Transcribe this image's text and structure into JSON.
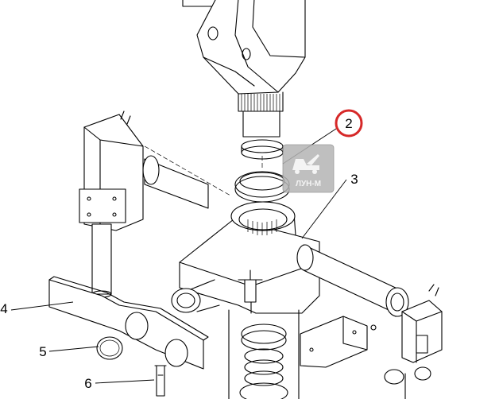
{
  "callouts": [
    {
      "id": "2",
      "label": "2",
      "highlighted": true
    },
    {
      "id": "3",
      "label": "3"
    },
    {
      "id": "4",
      "label": "4"
    },
    {
      "id": "5",
      "label": "5"
    },
    {
      "id": "6",
      "label": "6"
    }
  ],
  "watermark": {
    "text": "ЛУН-М",
    "icon": "tow-truck-logo-icon"
  },
  "colors": {
    "highlight": "#d62828",
    "line": "#000000",
    "watermark_bg": "#b5b5b5"
  }
}
